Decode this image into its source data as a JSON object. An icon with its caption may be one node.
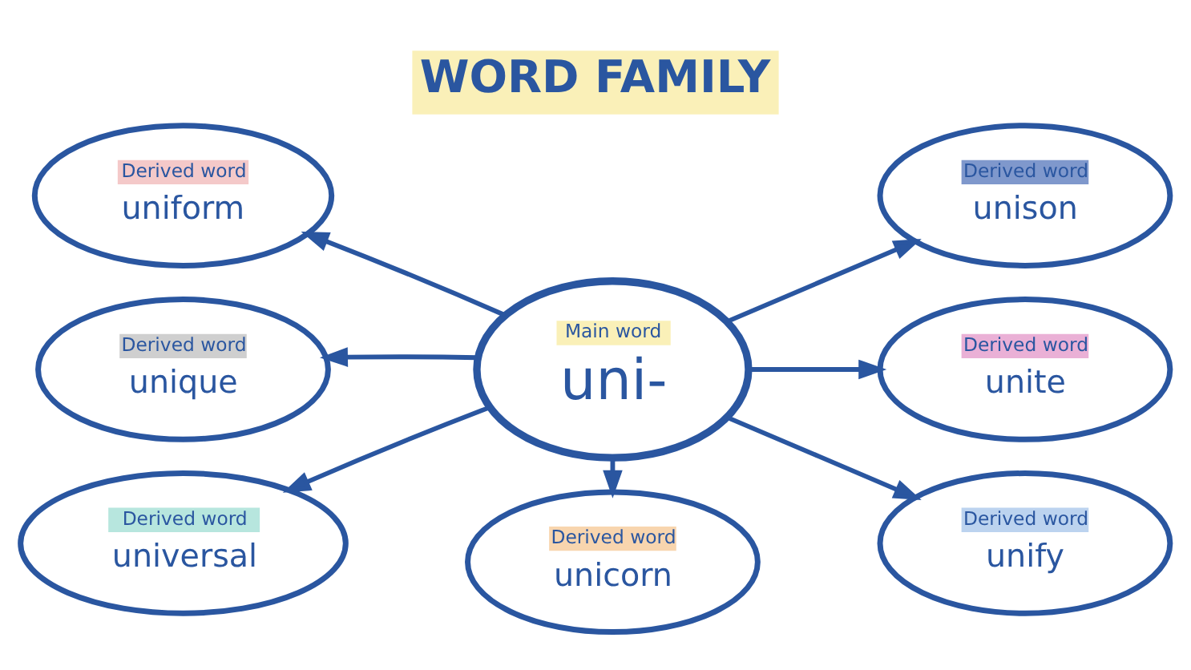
{
  "diagram": {
    "title": "WORD FAMILY",
    "nodes": [
      {
        "text": [
          "Derived word",
          "uniform"
        ]
      },
      {
        "text": [
          "Main word",
          "uni-"
        ]
      },
      {
        "text": [
          "Derived word",
          "unison"
        ]
      },
      {
        "text": [
          "Derived word",
          "unique"
        ]
      },
      {
        "text": [
          "Derived word",
          "unite"
        ]
      },
      {
        "text": [
          "Derived word",
          "universal"
        ]
      },
      {
        "text": [
          "Derived word",
          "unicorn"
        ]
      },
      {
        "text": [
          "Derived word",
          "unify"
        ]
      }
    ],
    "edges": [
      {
        "from": 1,
        "to": 0,
        "arrow": "to"
      },
      {
        "from": 1,
        "to": 3,
        "arrow": "to"
      },
      {
        "from": 1,
        "to": 5,
        "arrow": "to"
      },
      {
        "from": 1,
        "to": 6,
        "arrow": "to"
      },
      {
        "from": 1,
        "to": 2,
        "arrow": "to"
      },
      {
        "from": 1,
        "to": 4,
        "arrow": "to"
      },
      {
        "from": 1,
        "to": 7,
        "arrow": "to"
      }
    ]
  }
}
